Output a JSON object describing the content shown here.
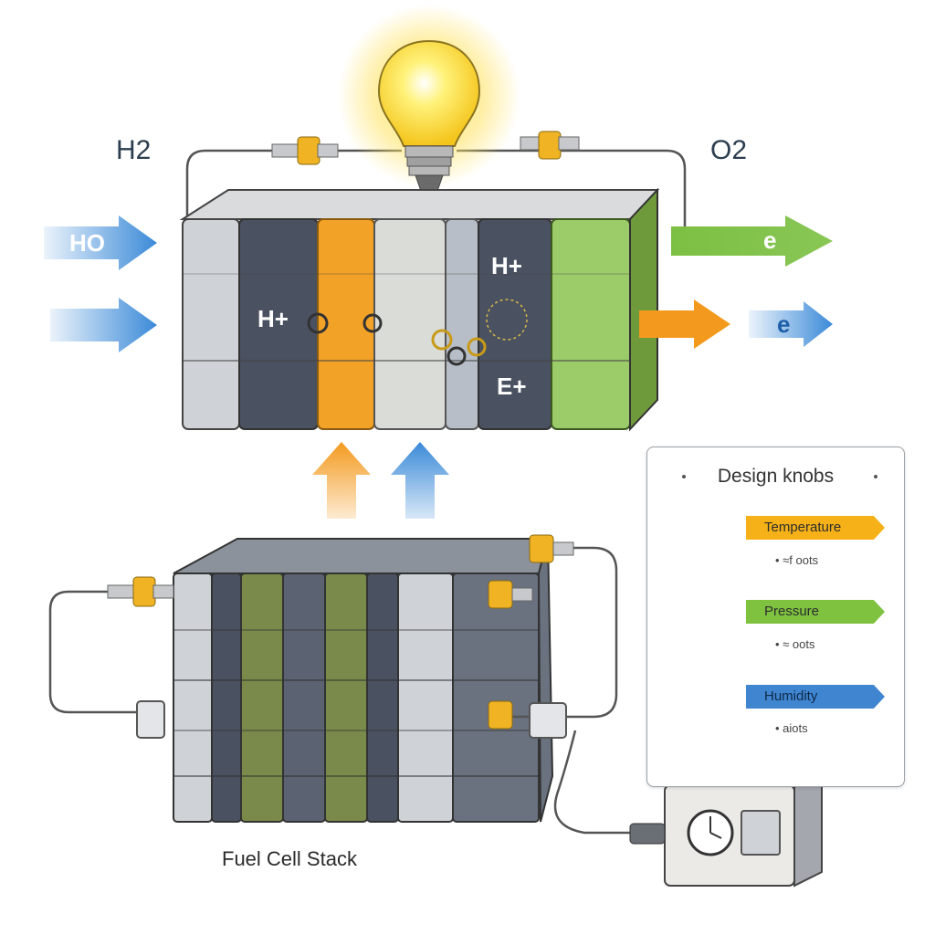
{
  "labels": {
    "h2_top": "H2",
    "o2_top": "O2",
    "arrow_left_1": "HO",
    "arrow_right_1": "e",
    "arrow_right_2": "e",
    "cell_text_h_upper": "H+",
    "cell_text_h_left": "H+",
    "cell_text_e": "E+",
    "stack_caption": "Fuel Cell Stack"
  },
  "knobs": {
    "title": "Design knobs",
    "items": [
      {
        "name": "Temperature",
        "sub": "• ≈f oots",
        "icon": "thermometer-icon",
        "color": "#f5b117"
      },
      {
        "name": "Pressure",
        "sub": "• ≈ oots",
        "icon": "stopwatch-icon",
        "color": "#7ec240"
      },
      {
        "name": "Humidity",
        "sub": "• aiots",
        "icon": "water-drop-icon",
        "color": "#3f85d0"
      }
    ]
  },
  "colors": {
    "blue_arrow": "#3b8ad8",
    "orange_arrow": "#f39a1e",
    "green_arrow": "#7cc043",
    "cell_dark": "#4a5160",
    "cell_orange": "#f2a227",
    "cell_green": "#7fb048",
    "cell_olive": "#7a8a4a"
  }
}
